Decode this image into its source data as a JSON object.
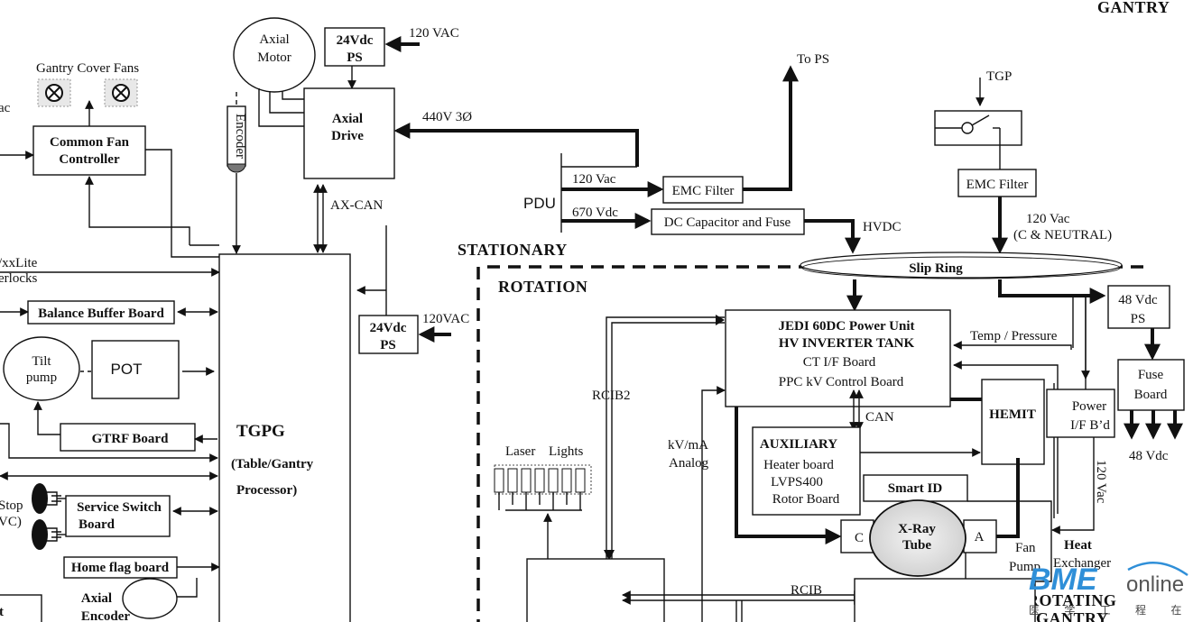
{
  "section_labels": {
    "gantry": "GANTRY",
    "stationary": "STATIONARY",
    "rotation": "ROTATION",
    "rotating": "ROTATING",
    "gantry_bottom": "GANTRY"
  },
  "blocks": {
    "axial_motor": [
      "Axial",
      "Motor"
    ],
    "ps24_top": [
      "24Vdc",
      "PS"
    ],
    "axial_drive": [
      "Axial",
      "Drive"
    ],
    "encoder": "Encoder",
    "gantry_cover_fans": "Gantry Cover Fans",
    "common_fan_controller": [
      "Common Fan",
      "Controller"
    ],
    "balance_buffer_board": "Balance Buffer Board",
    "tilt_pump": [
      "Tilt",
      "pump"
    ],
    "pot": "POT",
    "gtrf_board": "GTRF Board",
    "service_switch_board": [
      "Service Switch",
      "Board"
    ],
    "home_flag_board": "Home flag board",
    "axial_encoder": [
      "Axial",
      "Encoder"
    ],
    "tgpg": [
      "TGPG",
      "(Table/Gantry",
      "Processor)"
    ],
    "ps24_mid": [
      "24Vdc",
      "PS"
    ],
    "emc_filter_pdu": "EMC Filter",
    "dc_cap_fuse": "DC Capacitor and Fuse",
    "tgp": "TGP",
    "emc_filter_right": "EMC Filter",
    "slip_ring": "Slip Ring",
    "ps48": [
      "48 Vdc",
      "PS"
    ],
    "fuse_board": [
      "Fuse",
      "Board"
    ],
    "jedi": [
      "JEDI 60DC Power Unit",
      "HV INVERTER TANK",
      "CT I/F Board",
      "PPC kV Control Board"
    ],
    "hemit": "HEMIT",
    "power_if": [
      "Power",
      "I/F B’d"
    ],
    "auxiliary": [
      "AUXILIARY",
      "Heater board",
      "LVPS400",
      "Rotor Board"
    ],
    "smart_id": "Smart ID",
    "cathode": "C",
    "anode": "A",
    "xray_tube": [
      "X-Ray",
      "Tube"
    ],
    "fan": "Fan",
    "pump": "Pump",
    "heat_exchanger": [
      "Heat",
      "Exchanger"
    ],
    "laser_lights": [
      "Laser",
      "Lights"
    ]
  },
  "signals": {
    "vac120_top": "120 VAC",
    "vac_left_partial": "ac",
    "xxlite": "/xxLite",
    "interlocks": "erlocks",
    "ax_can": "AX-CAN",
    "v440": "440V 3Ø",
    "to_ps": "To PS",
    "pdu": "PDU",
    "vac120_pdu": "120 Vac",
    "vdc670": "670 Vdc",
    "hvdc": "HVDC",
    "vac120_neutral": [
      "120 Vac",
      "(C & NEUTRAL)"
    ],
    "vac120_mid": "120VAC",
    "vdc48_out": "48 Vdc",
    "temp_pressure": "Temp / Pressure",
    "rcib2": "RCIB2",
    "can": "CAN",
    "kvma": [
      "kV/mA",
      "Analog"
    ],
    "vac120_vertical": "120 Vac",
    "rcib": "RCIB",
    "stop": [
      "Stop",
      "VC)"
    ],
    "t_partial": "t"
  },
  "watermark": {
    "brand": "BME",
    "brand_suffix": "online",
    "tagline": "医 学 工 程 在 线"
  }
}
